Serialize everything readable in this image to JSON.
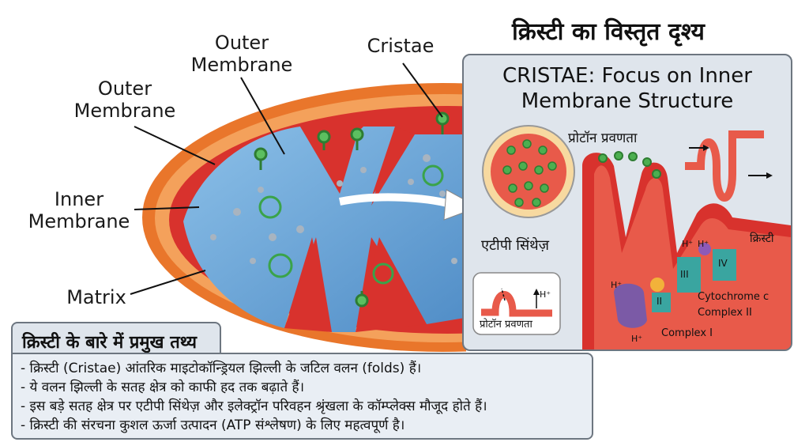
{
  "labels": {
    "outer_membrane_top": "Outer\nMembrane",
    "outer_membrane_left": "Outer\nMembrane",
    "cristae": "Cristae",
    "inner_membrane": "Inner\nMembrane",
    "matrix": "Matrix"
  },
  "zoom": {
    "heading_hindi": "क्रिस्टी का विस्तृत दृश्य",
    "title": "CRISTAE: Focus on Inner\nMembrane Structure",
    "proton_gradient": "प्रोटॉन प्रवणता",
    "atp_synthase": "एटीपी सिंथेज़",
    "proton_gradient_small": "प्रोटॉन प्रवणता",
    "cristae_hindi": "क्रिस्टी",
    "cytochrome_c": "Cytochrome c",
    "complex_ii": "Complex II",
    "complex_i": "Complex I",
    "roman_ii": "II",
    "roman_iii": "III",
    "roman_iv": "IV",
    "h_plus": "H⁺"
  },
  "facts": {
    "heading": "क्रिस्टी के बारे में प्रमुख तथ्य",
    "items": [
      "- क्रिस्टी (Cristae) आंतरिक माइटोकॉन्ड्रियल झिल्ली के जटिल वलन (folds) हैं।",
      "- ये वलन झिल्ली के सतह क्षेत्र को काफी हद तक बढ़ाते हैं।",
      "- इस बड़े सतह क्षेत्र पर एटीपी सिंथेज़ और इलेक्ट्रॉन परिवहन श्रृंखला के कॉम्प्लेक्स मौजूद होते हैं।",
      "- क्रिस्टी की संरचना कुशल ऊर्जा उत्पादन (ATP संश्लेषण) के लिए महत्वपूर्ण है।"
    ]
  },
  "colors": {
    "outer_membrane": "#e9762b",
    "inner_membrane": "#d8322d",
    "matrix": "#6fa6d6",
    "atp_synthase": "#4caf50",
    "panel_bg": "#dfe5ec"
  }
}
